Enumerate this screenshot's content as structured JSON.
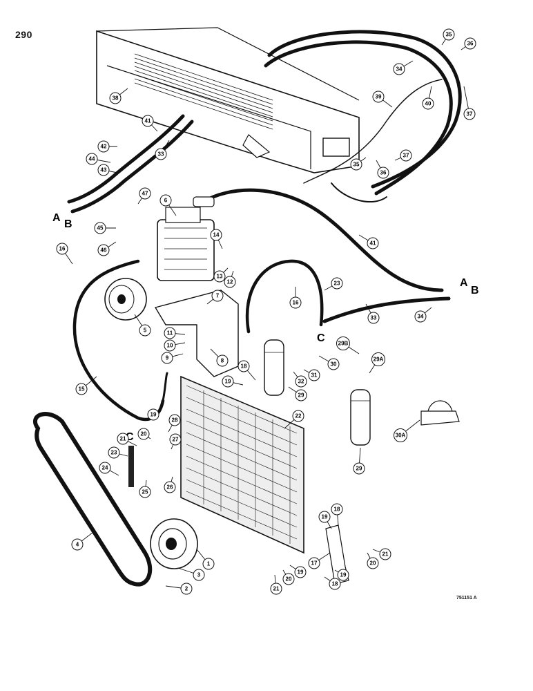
{
  "page_number": "290",
  "figure_code": "751151 A",
  "connection_letters": {
    "a": "A",
    "b": "B",
    "c": "C"
  },
  "callouts": [
    "1",
    "2",
    "3",
    "4",
    "5",
    "6",
    "7",
    "8",
    "9",
    "10",
    "11",
    "12",
    "13",
    "14",
    "15",
    "16",
    "17",
    "18",
    "19",
    "20",
    "21",
    "22",
    "23",
    "24",
    "25",
    "26",
    "27",
    "28",
    "29",
    "29A",
    "29B",
    "30",
    "30A",
    "31",
    "32",
    "33",
    "34",
    "35",
    "36",
    "37",
    "38",
    "39",
    "40",
    "41",
    "42",
    "43",
    "44",
    "45",
    "46",
    "47"
  ]
}
